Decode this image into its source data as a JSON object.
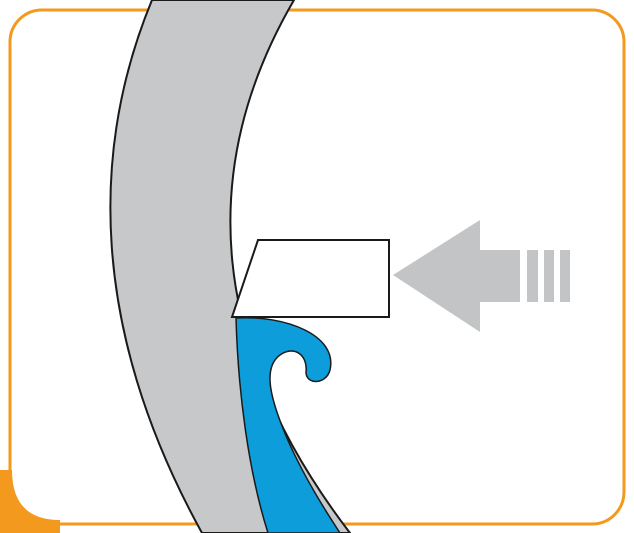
{
  "colors": {
    "background": "#ffffff",
    "frame_border": "#f39a1e",
    "frame_corner": "#f39a1e",
    "wall_fill": "#c7c8c9",
    "wall_stroke": "#1a1a1a",
    "tool_fill": "#ffffff",
    "tool_stroke": "#1a1a1a",
    "chip_fill": "#0d9ddb",
    "chip_stroke": "#1a1a1a",
    "arrow_fill": "#c3c4c5"
  },
  "icons": {
    "frame": "rounded-frame",
    "workpiece": "curved-wall",
    "tool": "cutting-tool",
    "chip": "curling-chip",
    "feed": "feed-arrow-icon"
  }
}
